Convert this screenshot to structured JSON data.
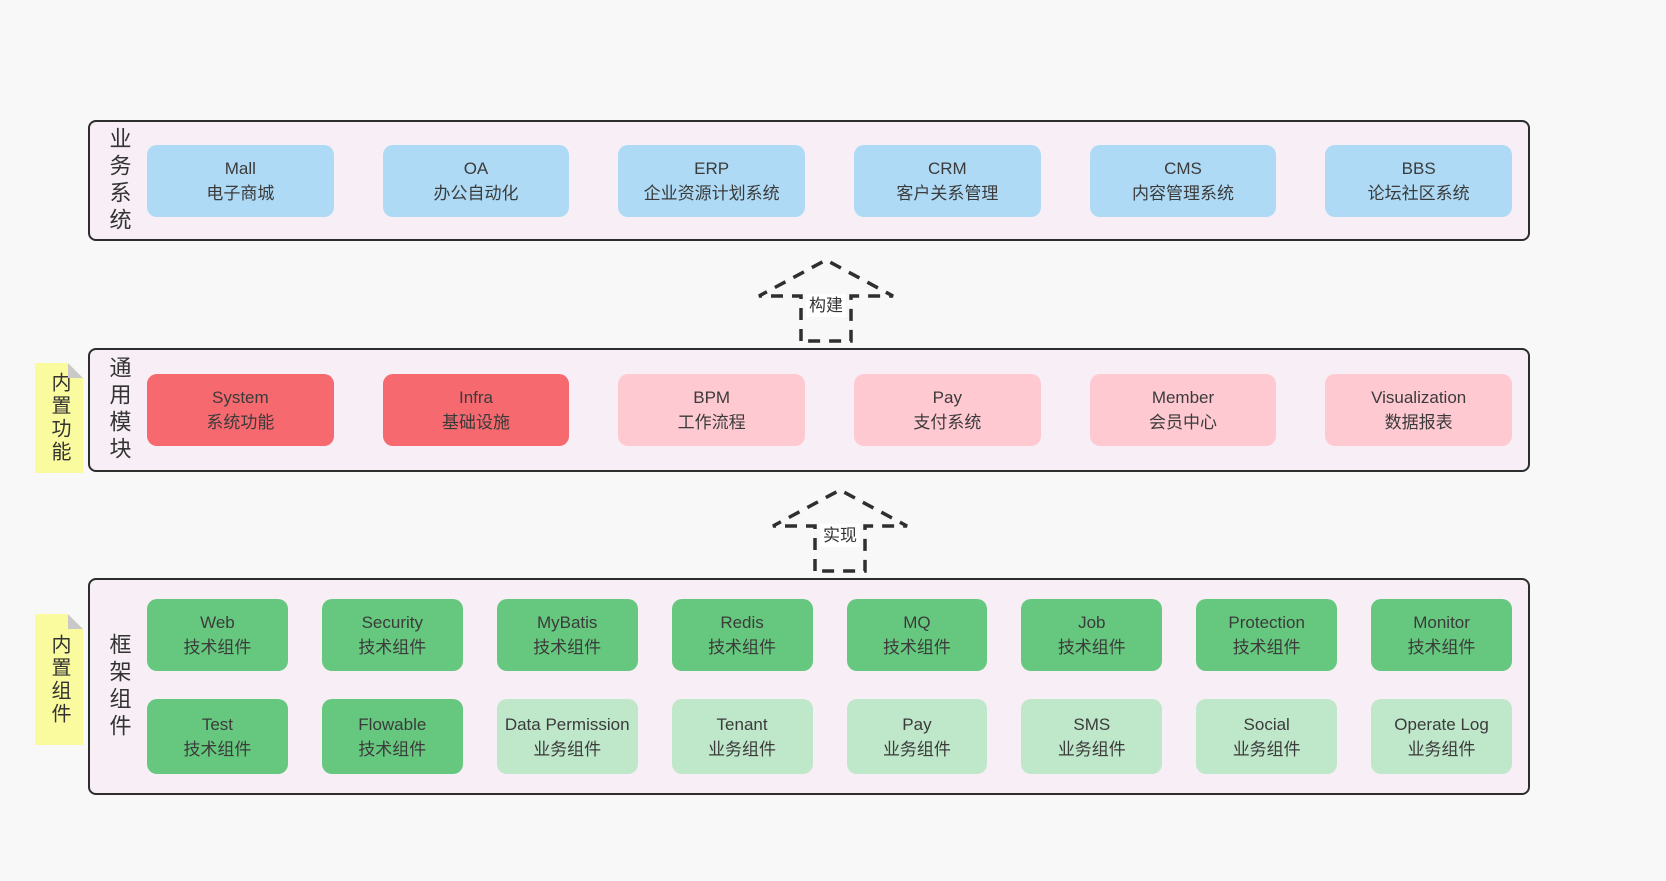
{
  "colors": {
    "page_bg": "#f8f8f8",
    "panel_bg": "#f7eef6",
    "panel_border": "#2d2d2d",
    "box_blue": "#aedaf5",
    "box_red": "#f5696f",
    "box_pink": "#ffc9d2",
    "box_green": "#66c87e",
    "box_light_green": "#bfe7ca",
    "note_yellow": "#fafa9e",
    "note_fold_gray": "#c9c9c9",
    "text": "#3b3b3b"
  },
  "sections": [
    {
      "id": "business-systems",
      "label": "业务系统",
      "boxes": [
        {
          "en": "Mall",
          "zh": "电子商城"
        },
        {
          "en": "OA",
          "zh": "办公自动化"
        },
        {
          "en": "ERP",
          "zh": "企业资源计划系统"
        },
        {
          "en": "CRM",
          "zh": "客户关系管理"
        },
        {
          "en": "CMS",
          "zh": "内容管理系统"
        },
        {
          "en": "BBS",
          "zh": "论坛社区系统"
        }
      ]
    },
    {
      "id": "common-modules",
      "label": "通用模块",
      "note": "内置功能",
      "boxes": [
        {
          "en": "System",
          "zh": "系统功能"
        },
        {
          "en": "Infra",
          "zh": "基础设施"
        },
        {
          "en": "BPM",
          "zh": "工作流程"
        },
        {
          "en": "Pay",
          "zh": "支付系统"
        },
        {
          "en": "Member",
          "zh": "会员中心"
        },
        {
          "en": "Visualization",
          "zh": "数据报表"
        }
      ]
    },
    {
      "id": "framework-components",
      "label": "框架组件",
      "note": "内置组件",
      "rows": [
        [
          {
            "en": "Web",
            "zh": "技术组件"
          },
          {
            "en": "Security",
            "zh": "技术组件"
          },
          {
            "en": "MyBatis",
            "zh": "技术组件"
          },
          {
            "en": "Redis",
            "zh": "技术组件"
          },
          {
            "en": "MQ",
            "zh": "技术组件"
          },
          {
            "en": "Job",
            "zh": "技术组件"
          },
          {
            "en": "Protection",
            "zh": "技术组件"
          },
          {
            "en": "Monitor",
            "zh": "技术组件"
          }
        ],
        [
          {
            "en": "Test",
            "zh": "技术组件"
          },
          {
            "en": "Flowable",
            "zh": "技术组件"
          },
          {
            "en": "Data Permission",
            "zh": "业务组件"
          },
          {
            "en": "Tenant",
            "zh": "业务组件"
          },
          {
            "en": "Pay",
            "zh": "业务组件"
          },
          {
            "en": "SMS",
            "zh": "业务组件"
          },
          {
            "en": "Social",
            "zh": "业务组件"
          },
          {
            "en": "Operate Log",
            "zh": "业务组件"
          }
        ]
      ]
    }
  ],
  "arrows": [
    {
      "label": "构建"
    },
    {
      "label": "实现"
    }
  ]
}
